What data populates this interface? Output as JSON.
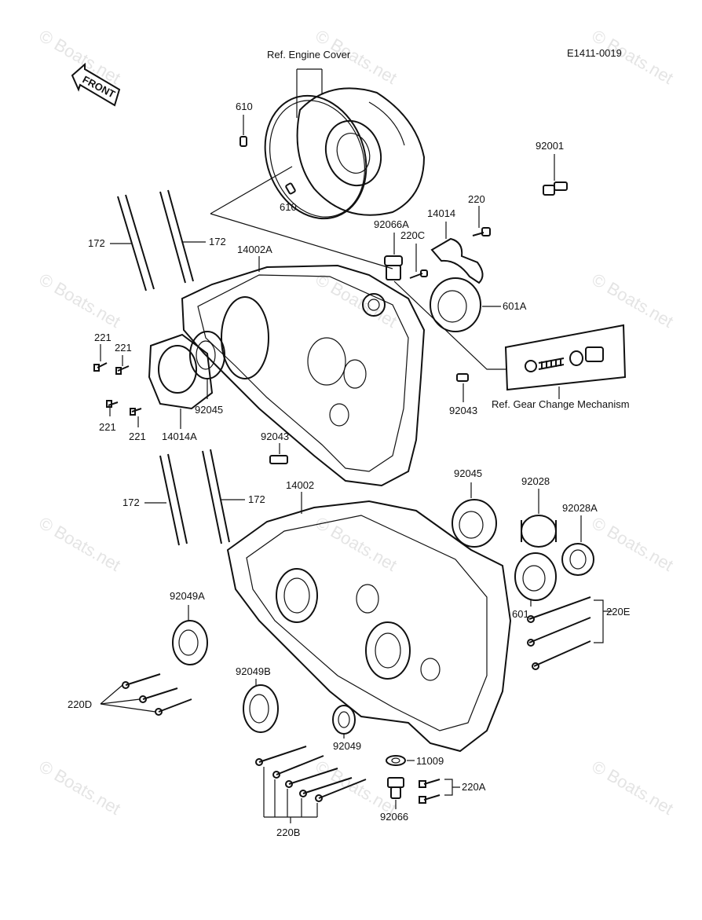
{
  "diagram_code": "E1411-0019",
  "front_label": "FRONT",
  "watermark": "© Boats.net",
  "callouts": {
    "ref_engine_cover": "Ref. Engine Cover",
    "ref_gear_change": "Ref.  Gear Change Mechanism",
    "p610_top": "610",
    "p610_bot": "610",
    "p92001": "92001",
    "p220": "220",
    "p14014": "14014",
    "p92066A": "92066A",
    "p220C": "220C",
    "p172_a": "172",
    "p172_b": "172",
    "p14002A": "14002A",
    "p601A": "601A",
    "p221_a": "221",
    "p221_b": "221",
    "p221_c": "221",
    "p221_d": "221",
    "p92045_a": "92045",
    "p14014A": "14014A",
    "p92043_a": "92043",
    "p92043_b": "92043",
    "p172_c": "172",
    "p172_d": "172",
    "p14002": "14002",
    "p92045_b": "92045",
    "p92028": "92028",
    "p92028A": "92028A",
    "p601": "601",
    "p220E": "220E",
    "p92049A": "92049A",
    "p92049B": "92049B",
    "p220D": "220D",
    "p92049": "92049",
    "p11009": "11009",
    "p220A": "220A",
    "p92066": "92066",
    "p220B": "220B"
  }
}
